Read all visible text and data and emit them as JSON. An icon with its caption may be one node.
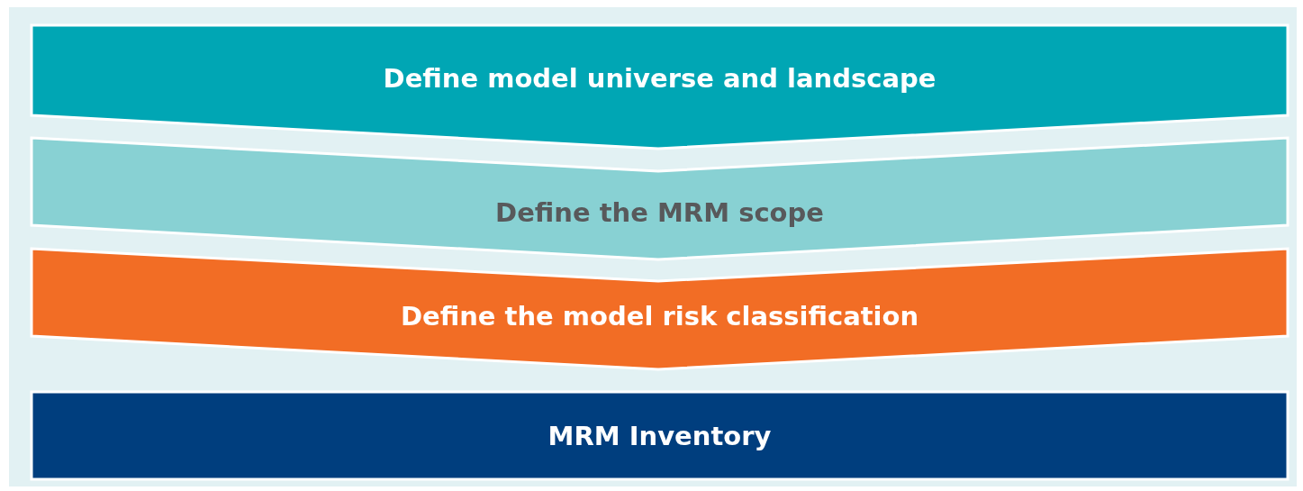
{
  "diagram": {
    "nodes": [
      {
        "text": [
          "Define model universe and landscape"
        ]
      },
      {
        "text": [
          "Define the MRM scope"
        ]
      },
      {
        "text": [
          "Define the model risk classification"
        ]
      },
      {
        "text": [
          "MRM Inventory"
        ]
      }
    ]
  }
}
